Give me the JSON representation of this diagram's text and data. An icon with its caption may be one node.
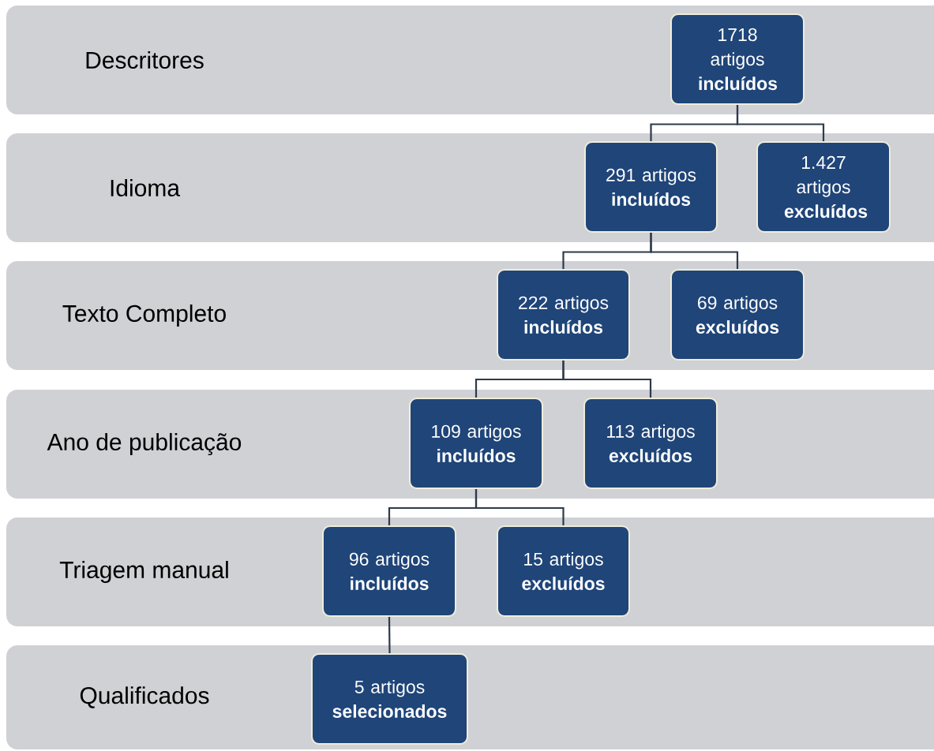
{
  "diagram": {
    "nodes": [
      {
        "text": [
          "Descritores"
        ]
      },
      {
        "text": [
          "1718 artigos **incluídos**"
        ],
        "in": 0
      },
      {
        "text": [
          "Idioma"
        ]
      },
      {
        "text": [
          "291 artigos **incluídos**"
        ],
        "in": 2
      },
      {
        "text": [
          "1.427 artigos **excluídos**"
        ],
        "in": 2
      },
      {
        "text": [
          "Texto Completo"
        ]
      },
      {
        "text": [
          "222 artigos **incluídos**"
        ],
        "in": 5
      },
      {
        "text": [
          "69 artigos **excluídos**"
        ],
        "in": 5
      },
      {
        "text": [
          "Ano de publicação"
        ]
      },
      {
        "text": [
          "109 artigos **incluídos**"
        ],
        "in": 8
      },
      {
        "text": [
          "113 artigos **excluídos**"
        ],
        "in": 8
      },
      {
        "text": [
          "Triagem manual"
        ]
      },
      {
        "text": [
          "96 artigos **incluídos**"
        ],
        "in": 11
      },
      {
        "text": [
          "15 artigos **excluídos**"
        ],
        "in": 11
      },
      {
        "text": [
          "Qualificados"
        ]
      },
      {
        "text": [
          "5 artigos **selecionados**"
        ],
        "in": 14
      }
    ],
    "edges": [
      {
        "from": 1,
        "to": 3,
        "arrow": "none"
      },
      {
        "from": 1,
        "to": 4,
        "arrow": "none"
      },
      {
        "from": 3,
        "to": 6,
        "arrow": "none"
      },
      {
        "from": 3,
        "to": 7,
        "arrow": "none"
      },
      {
        "from": 6,
        "to": 9,
        "arrow": "none"
      },
      {
        "from": 6,
        "to": 10,
        "arrow": "none"
      },
      {
        "from": 9,
        "to": 12,
        "arrow": "none"
      },
      {
        "from": 9,
        "to": 13,
        "arrow": "none"
      },
      {
        "from": 12,
        "to": 15,
        "arrow": "none"
      }
    ]
  }
}
